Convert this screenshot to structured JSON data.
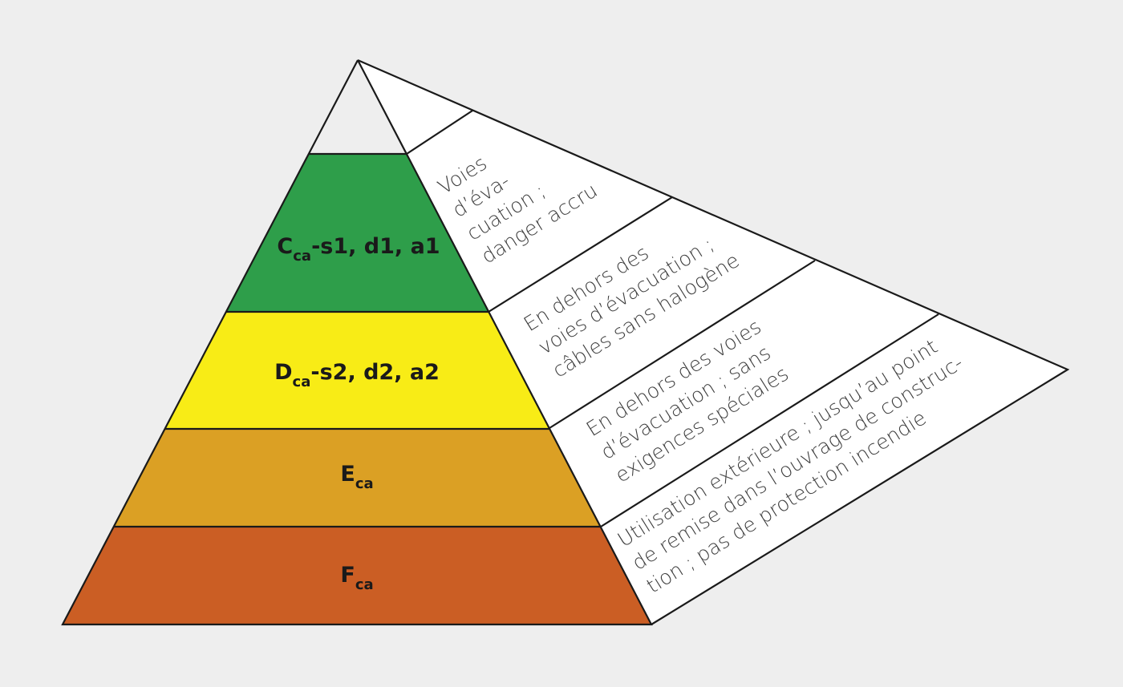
{
  "colors": {
    "background": "#eeeeee",
    "outline": "#1a1a1a",
    "side_face": "#ffffff",
    "text_desc": "#3c3c3c",
    "text_label": "#1a1a1a"
  },
  "pyramid": {
    "apex_empty": true,
    "levels": [
      {
        "id": "C",
        "class_main": "C",
        "class_sub": "ca",
        "class_suffix": "-s1, d1, a1",
        "color": "#2e9e4a",
        "description_lines": [
          "Voies",
          "d’éva-",
          "cuation ;",
          "danger accru"
        ]
      },
      {
        "id": "D",
        "class_main": "D",
        "class_sub": "ca",
        "class_suffix": "-s2, d2, a2",
        "color": "#f8ec16",
        "description_lines": [
          "En dehors des",
          "voies d’évacuation ;",
          "câbles sans halogène"
        ]
      },
      {
        "id": "E",
        "class_main": "E",
        "class_sub": "ca",
        "class_suffix": "",
        "color": "#dba024",
        "description_lines": [
          "En dehors des voies",
          "d’évacuation ; sans",
          "exigences spéciales"
        ]
      },
      {
        "id": "F",
        "class_main": "F",
        "class_sub": "ca",
        "class_suffix": "",
        "color": "#cb5e24",
        "description_lines": [
          "Utilisation extérieure ; jusqu’au point",
          "de remise dans l’ouvrage de construc-",
          "tion ; pas de protection incendie"
        ]
      }
    ]
  }
}
